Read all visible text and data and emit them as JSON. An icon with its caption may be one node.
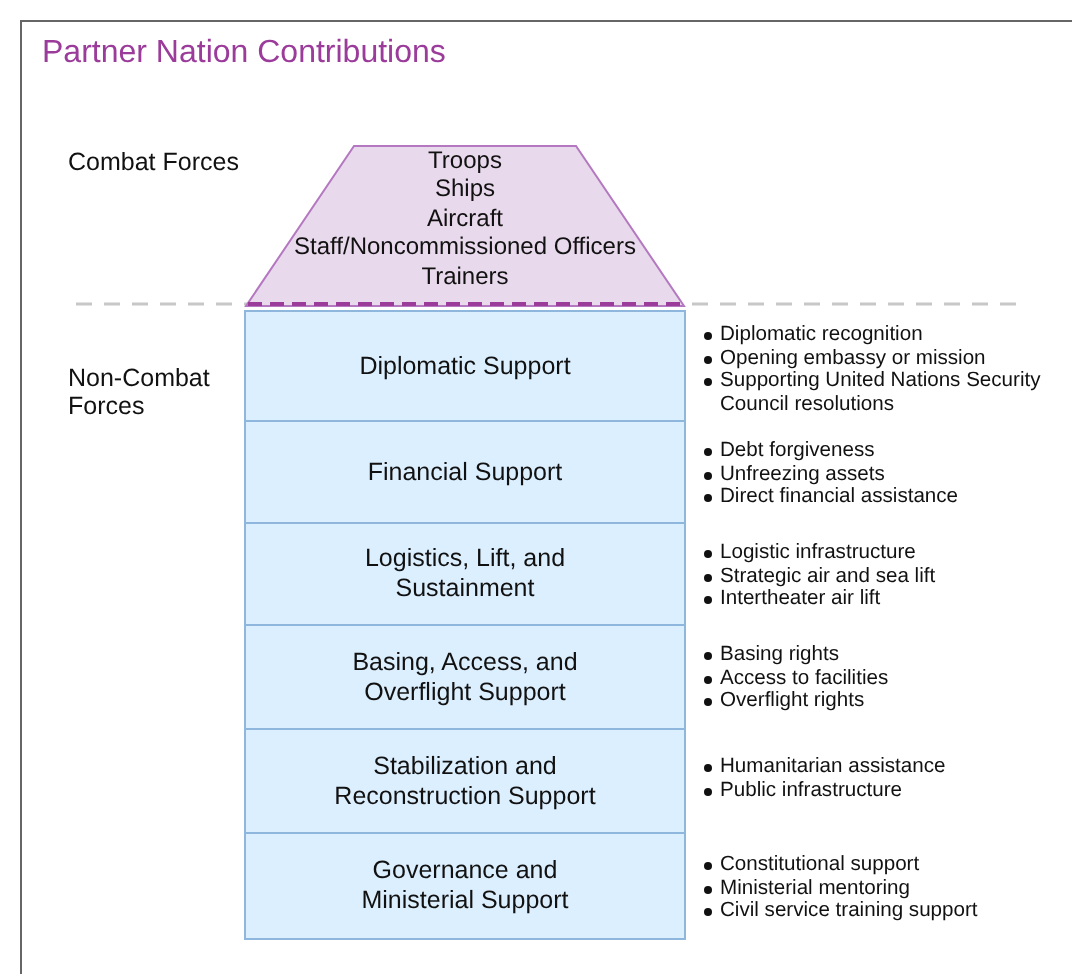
{
  "diagram": {
    "title": "Partner Nation Contributions",
    "nodes": [
      {
        "text": [
          "Troops",
          "Ships",
          "Aircraft",
          "Staff/Noncommissioned Officers",
          "Trainers"
        ]
      },
      {
        "text": [
          "Diplomatic Support"
        ],
        "beside": [
          "Diplomatic recognition",
          "Opening embassy or mission",
          "Supporting United Nations Security Council resolutions"
        ]
      },
      {
        "text": [
          "Financial Support"
        ],
        "beside": [
          "Debt forgiveness",
          "Unfreezing assets",
          "Direct financial assistance"
        ]
      },
      {
        "text": [
          "Logistics, Lift, and Sustainment"
        ],
        "beside": [
          "Logistic infrastructure",
          "Strategic air and sea lift",
          "Intertheater air lift"
        ]
      },
      {
        "text": [
          "Basing, Access, and Overflight Support"
        ],
        "beside": [
          "Basing rights",
          "Access to facilities",
          "Overflight rights"
        ]
      },
      {
        "text": [
          "Stabilization and Reconstruction Support"
        ],
        "beside": [
          "Humanitarian assistance",
          "Public infrastructure"
        ]
      },
      {
        "text": [
          "Governance and Ministerial Support"
        ],
        "beside": [
          "Constitutional support",
          "Ministerial mentoring",
          "Civil service training support"
        ]
      }
    ],
    "labels": [
      "Combat Forces",
      "Non-Combat Forces"
    ]
  }
}
